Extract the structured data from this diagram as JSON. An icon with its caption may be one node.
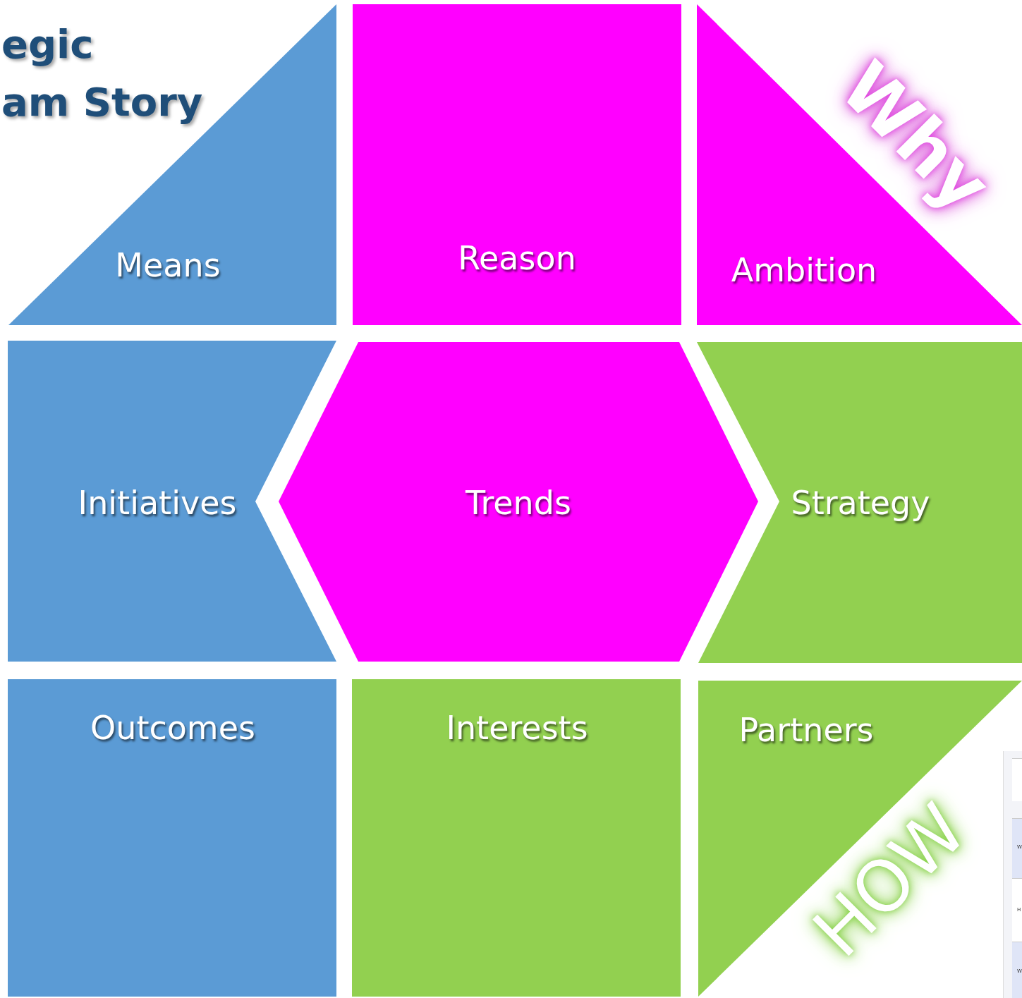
{
  "diagram": {
    "nodes": [
      {
        "text": [
          "Means"
        ]
      },
      {
        "text": [
          "Reason"
        ]
      },
      {
        "text": [
          "Ambition"
        ]
      },
      {
        "text": [
          "Initiatives"
        ]
      },
      {
        "text": [
          "Trends"
        ]
      },
      {
        "text": [
          "Strategy"
        ]
      },
      {
        "text": [
          "Outcomes"
        ]
      },
      {
        "text": [
          "Interests"
        ]
      },
      {
        "text": [
          "Partners"
        ]
      }
    ],
    "edges": [],
    "labels": [
      "egic",
      "am Story",
      "Why",
      "HOW",
      "W",
      "H",
      "W"
    ]
  }
}
